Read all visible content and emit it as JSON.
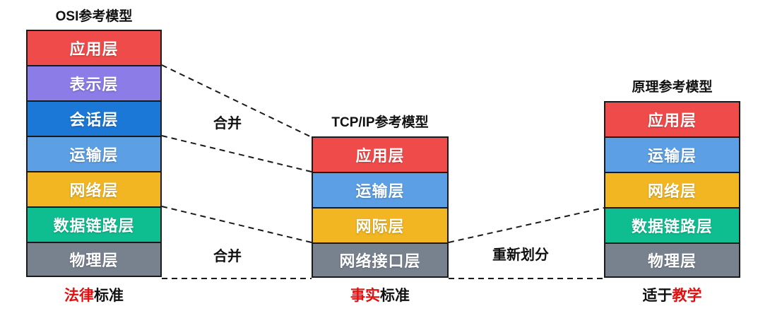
{
  "colors": {
    "layer_red": "#EF4B4B",
    "layer_purple": "#8B7CE8",
    "layer_blue": "#1B78D6",
    "layer_light_blue": "#5C9FE4",
    "layer_yellow": "#F2B622",
    "layer_teal": "#0FBE90",
    "layer_gray": "#78828F",
    "highlight_red": "#E01010",
    "text_black": "#111111",
    "line_black": "#1a1a1a"
  },
  "stacks": {
    "osi": {
      "title": "OSI参考模型",
      "layers": [
        {
          "label": "应用层",
          "color": "#EF4B4B"
        },
        {
          "label": "表示层",
          "color": "#8B7CE8"
        },
        {
          "label": "会话层",
          "color": "#1B78D6"
        },
        {
          "label": "运输层",
          "color": "#5C9FE4"
        },
        {
          "label": "网络层",
          "color": "#F2B622"
        },
        {
          "label": "数据链路层",
          "color": "#0FBE90"
        },
        {
          "label": "物理层",
          "color": "#78828F"
        }
      ],
      "caption": {
        "part1": {
          "text": "法律",
          "color": "#E01010"
        },
        "part2": {
          "text": "标准",
          "color": "#111111"
        }
      }
    },
    "tcpip": {
      "title": "TCP/IP参考模型",
      "layers": [
        {
          "label": "应用层",
          "color": "#EF4B4B"
        },
        {
          "label": "运输层",
          "color": "#5C9FE4"
        },
        {
          "label": "网际层",
          "color": "#F2B622"
        },
        {
          "label": "网络接口层",
          "color": "#78828F"
        }
      ],
      "caption": {
        "part1": {
          "text": "事实",
          "color": "#E01010"
        },
        "part2": {
          "text": "标准",
          "color": "#111111"
        }
      }
    },
    "principle": {
      "title": "原理参考模型",
      "layers": [
        {
          "label": "应用层",
          "color": "#EF4B4B"
        },
        {
          "label": "运输层",
          "color": "#5C9FE4"
        },
        {
          "label": "网络层",
          "color": "#F2B622"
        },
        {
          "label": "数据链路层",
          "color": "#0FBE90"
        },
        {
          "label": "物理层",
          "color": "#78828F"
        }
      ],
      "caption": {
        "part1": {
          "text": "适于",
          "color": "#111111"
        },
        "part2": {
          "text": "教学",
          "color": "#E01010"
        }
      }
    }
  },
  "connectors": {
    "merge_top_label": "合并",
    "merge_bottom_label": "合并",
    "repartition_label": "重新划分"
  }
}
